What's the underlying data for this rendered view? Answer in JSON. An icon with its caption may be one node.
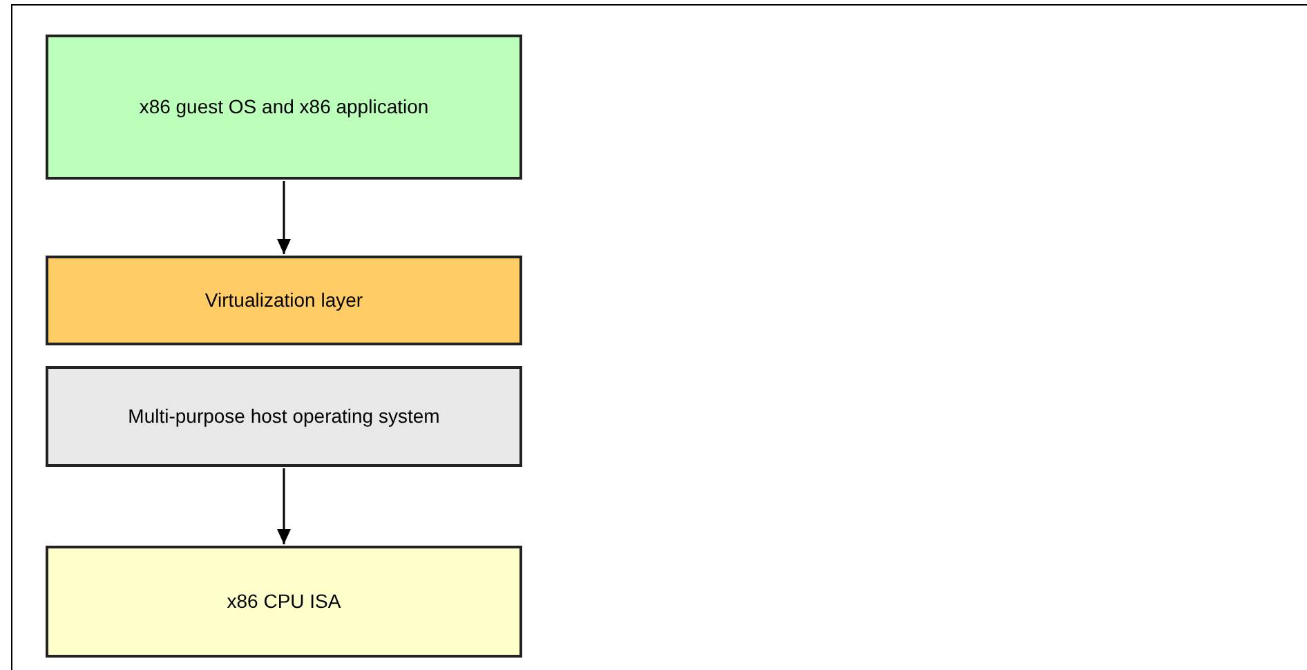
{
  "diagram": {
    "nodes": [
      {
        "text": [
          "x86 guest OS and x86 application"
        ]
      },
      {
        "text": [
          "Virtualization layer"
        ]
      },
      {
        "text": [
          "Multi-purpose host operating system"
        ]
      },
      {
        "text": [
          "x86 CPU ISA"
        ]
      }
    ],
    "edges": [
      {
        "from": 0,
        "to": 1,
        "arrow": "to"
      },
      {
        "from": 2,
        "to": 3,
        "arrow": "to"
      }
    ]
  }
}
